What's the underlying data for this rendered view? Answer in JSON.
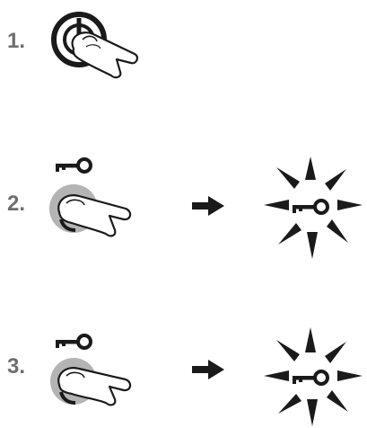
{
  "colors": {
    "ink": "#1a1a1a",
    "step_number": "#6e6e6e",
    "button_fill": "#b4b4b4"
  },
  "steps": [
    {
      "number": "1.",
      "action": "press",
      "button_icon": "power-icon"
    },
    {
      "number": "2.",
      "action": "press",
      "button_icon": "key-icon",
      "result_icon": "flashing-key-icon"
    },
    {
      "number": "3.",
      "action": "press",
      "button_icon": "key-icon",
      "result_icon": "flashing-key-icon"
    }
  ]
}
